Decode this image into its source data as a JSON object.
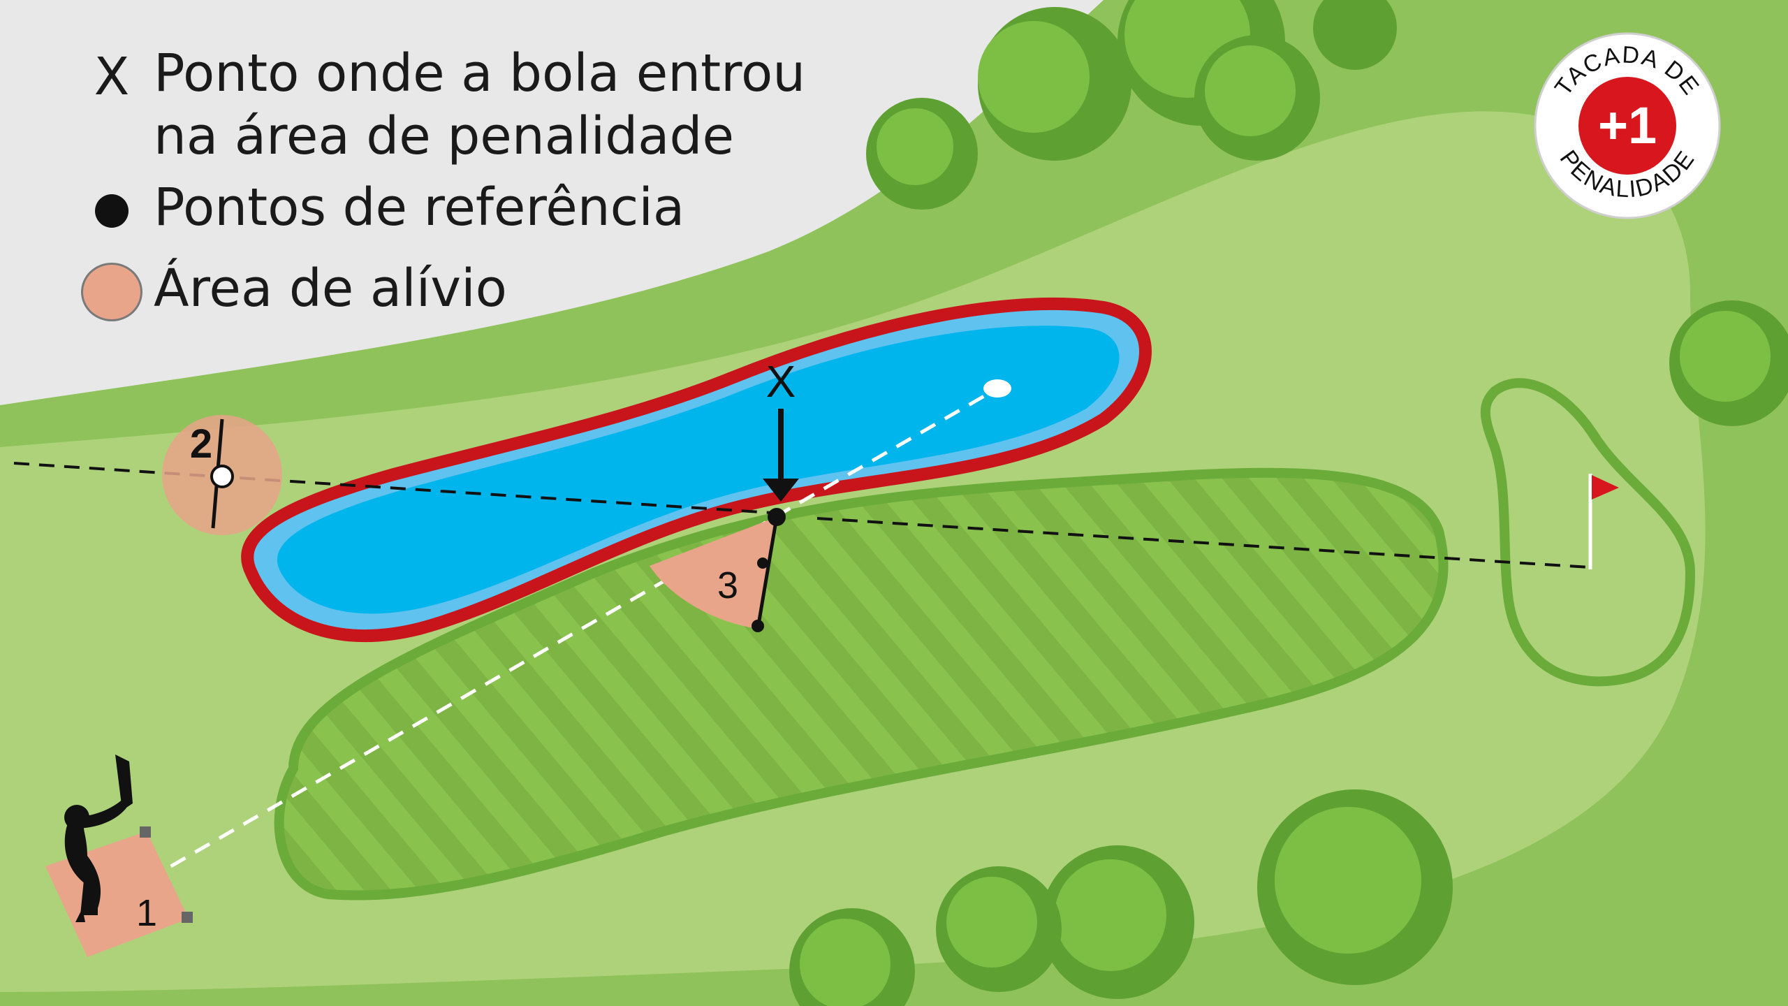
{
  "legend": {
    "entry_point": {
      "symbol": "X",
      "label": "Ponto onde a bola entrou\nna área de penalidade"
    },
    "reference_points": {
      "label": "Pontos de referência"
    },
    "relief_area": {
      "label": "Área de alívio"
    }
  },
  "badge": {
    "arc_top": "TACADA DE",
    "arc_bottom": "PENALIDADE",
    "value": "+1",
    "color": "#d8161d"
  },
  "diagram_labels": {
    "entry_marker": "X",
    "option_1": "1",
    "option_2": "2",
    "option_3": "3"
  },
  "colors": {
    "rough": "#8fc25a",
    "fairway": "#8bc34a",
    "water": "#00b4ec",
    "hazard_line": "#c8151b",
    "relief_area": "#e8a58a",
    "flag": "#d8161d"
  }
}
